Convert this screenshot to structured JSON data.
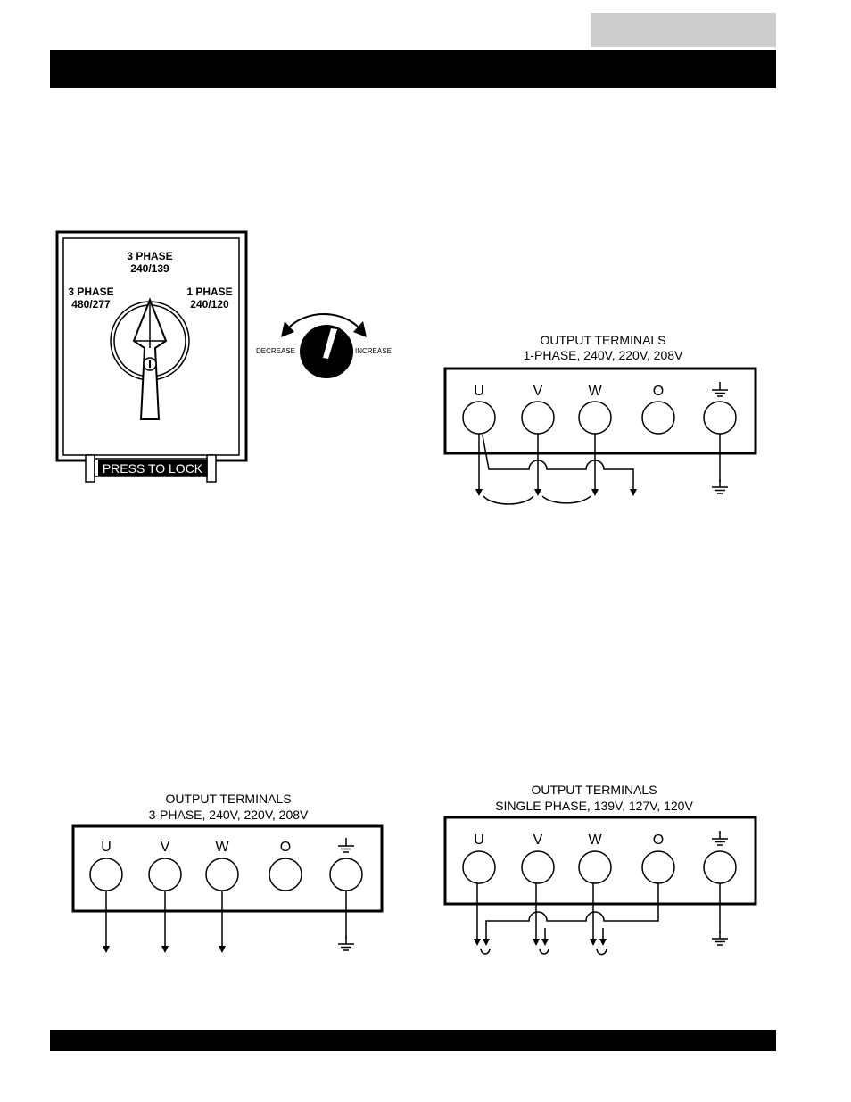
{
  "header": {
    "tab_color": "#cccccc",
    "bar_color": "#000000"
  },
  "footer": {
    "bar_color": "#000000"
  },
  "selector_switch": {
    "top": {
      "phase": "3 PHASE",
      "voltage": "240/139"
    },
    "left": {
      "phase": "3 PHASE",
      "voltage": "480/277"
    },
    "right": {
      "phase": "1 PHASE",
      "voltage": "240/120"
    },
    "lock_label": "PRESS TO LOCK"
  },
  "voltage_knob": {
    "decrease_label": "DECREASE",
    "increase_label": "INCREASE"
  },
  "diagrams": {
    "one_phase": {
      "title": "OUTPUT TERMINALS",
      "subtitle": "1-PHASE, 240V, 220V, 208V"
    },
    "three_phase": {
      "title": "OUTPUT TERMINALS",
      "subtitle": "3-PHASE, 240V, 220V, 208V"
    },
    "single_phase": {
      "title": "OUTPUT TERMINALS",
      "subtitle": "SINGLE PHASE, 139V, 127V, 120V"
    }
  },
  "terminal_labels": [
    "U",
    "V",
    "W",
    "O"
  ],
  "icons": {
    "ground": "ground-icon",
    "arrow": "arrow-down-icon"
  }
}
